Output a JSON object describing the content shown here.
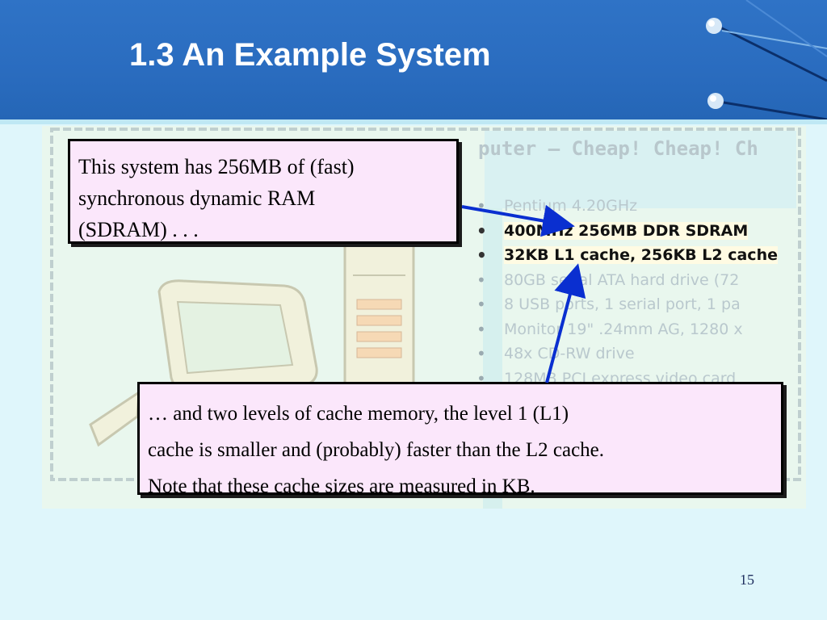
{
  "slide": {
    "title": "1.3 An Example System",
    "page_number": "15"
  },
  "advert": {
    "headline": "puter – Cheap!  Cheap!  Ch",
    "specs": [
      "Pentium 4.20GHz",
      "400MHz 256MB DDR SDRAM",
      "32KB L1 cache, 256KB L2 cache",
      "80GB serial ATA hard drive (72",
      "8 USB ports, 1 serial port, 1 pa",
      "Monitor 19\" .24mm AG, 1280 x",
      "48x CD-RW drive",
      "128MB PCI express video card"
    ]
  },
  "callouts": {
    "ram": {
      "lines": [
        "This system has 256MB of (fast)",
        "synchronous dynamic RAM",
        "(SDRAM) . . ."
      ]
    },
    "cache": {
      "lines": [
        "… and two levels of cache memory, the level 1 (L1)",
        "cache is smaller and (probably) faster than the L2 cache.",
        "Note that these cache sizes are measured in KB."
      ]
    }
  },
  "colors": {
    "header_blue": "#2a6cbf",
    "callout_fill": "#fbe7fb",
    "arrow_blue": "#0a2fd0"
  }
}
